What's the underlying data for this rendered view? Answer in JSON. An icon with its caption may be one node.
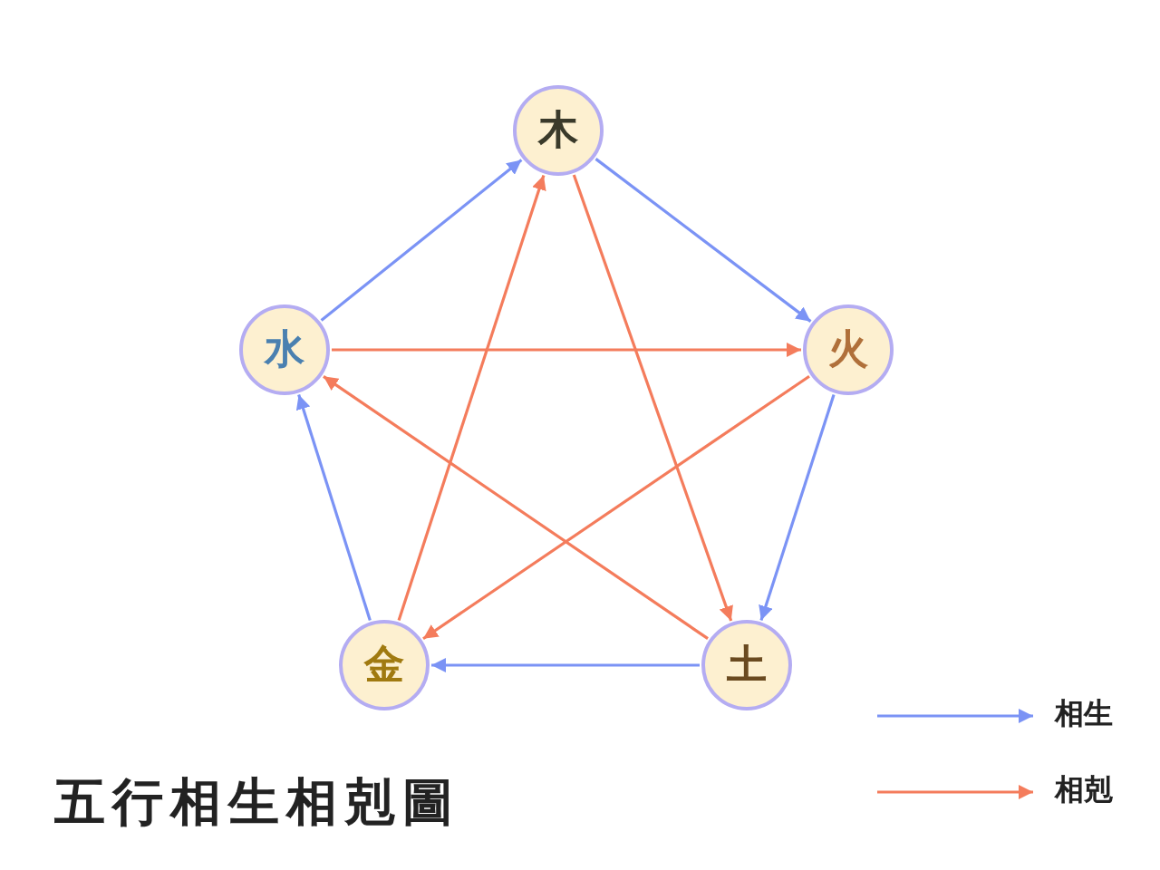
{
  "diagram": {
    "title": "五行相生相剋圖",
    "nodes": [
      {
        "text": [
          "木"
        ]
      },
      {
        "text": [
          "火"
        ]
      },
      {
        "text": [
          "土"
        ]
      },
      {
        "text": [
          "金"
        ]
      },
      {
        "text": [
          "水"
        ]
      }
    ],
    "edges": [
      {
        "from": 0,
        "to": 1,
        "arrow": "to",
        "color": "#7b93f5"
      },
      {
        "from": 1,
        "to": 2,
        "arrow": "to",
        "color": "#7b93f5"
      },
      {
        "from": 2,
        "to": 3,
        "arrow": "to",
        "color": "#7b93f5"
      },
      {
        "from": 3,
        "to": 4,
        "arrow": "to",
        "color": "#7b93f5"
      },
      {
        "from": 4,
        "to": 0,
        "arrow": "to",
        "color": "#7b93f5"
      },
      {
        "from": 0,
        "to": 2,
        "arrow": "to",
        "color": "#f47c5c"
      },
      {
        "from": 2,
        "to": 4,
        "arrow": "to",
        "color": "#f47c5c"
      },
      {
        "from": 4,
        "to": 1,
        "arrow": "to",
        "color": "#f47c5c"
      },
      {
        "from": 1,
        "to": 3,
        "arrow": "to",
        "color": "#f47c5c"
      },
      {
        "from": 3,
        "to": 0,
        "arrow": "to",
        "color": "#f47c5c"
      }
    ],
    "legend": [
      {
        "text": "相生"
      },
      {
        "text": "相剋"
      }
    ]
  }
}
